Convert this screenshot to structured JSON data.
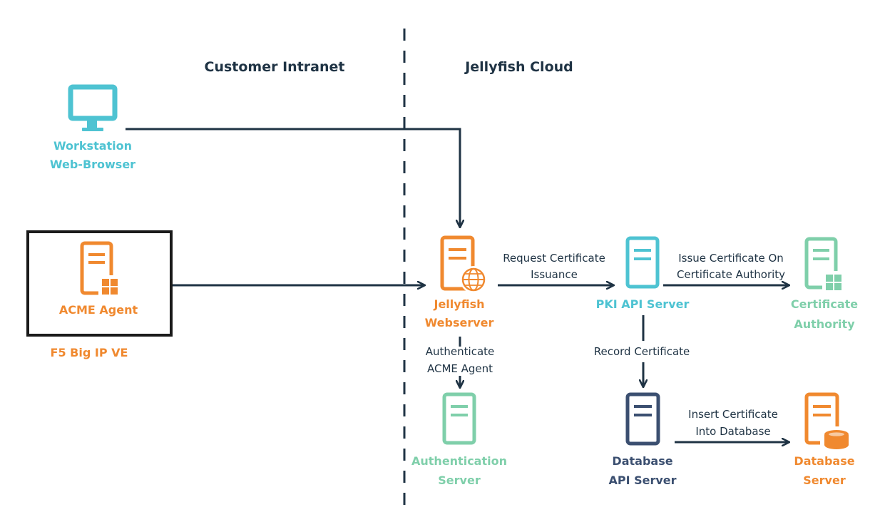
{
  "colors": {
    "dark": "#1f3344",
    "teal": "#4ec3d2",
    "orange": "#f0892f",
    "green": "#7fcfaa",
    "navy": "#3b4f70"
  },
  "zones": {
    "intranet": "Customer Intranet",
    "cloud": "Jellyfish Cloud"
  },
  "nodes": {
    "workstation": {
      "line1": "Workstation",
      "line2": "Web-Browser",
      "icon": "monitor-icon"
    },
    "acme_agent": {
      "label": "ACME Agent",
      "icon": "server-grid-icon"
    },
    "f5_caption": "F5 Big IP VE",
    "jellyfish_webserver": {
      "line1": "Jellyfish",
      "line2": "Webserver",
      "icon": "server-globe-icon"
    },
    "pki_api_server": {
      "label": "PKI API Server",
      "icon": "server-icon"
    },
    "certificate_authority": {
      "line1": "Certificate",
      "line2": "Authority",
      "icon": "server-grid-icon"
    },
    "authentication_server": {
      "line1": "Authentication",
      "line2": "Server",
      "icon": "server-icon"
    },
    "database_api_server": {
      "line1": "Database",
      "line2": "API Server",
      "icon": "server-icon"
    },
    "database_server": {
      "line1": "Database",
      "line2": "Server",
      "icon": "server-database-icon"
    }
  },
  "edges": {
    "request_certificate": {
      "line1": "Request Certificate",
      "line2": "Issuance"
    },
    "issue_certificate": {
      "line1": "Issue Certificate On",
      "line2": "Certificate Authority"
    },
    "authenticate_agent": {
      "line1": "Authenticate",
      "line2": "ACME Agent"
    },
    "record_certificate": {
      "line1": "Record Certificate"
    },
    "insert_certificate": {
      "line1": "Insert Certificate",
      "line2": "Into Database"
    }
  }
}
